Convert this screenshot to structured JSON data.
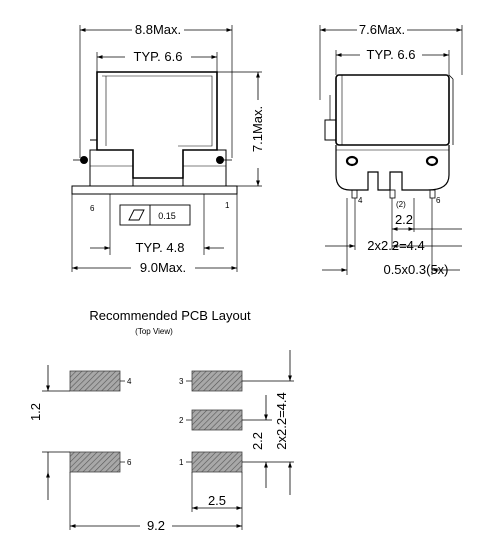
{
  "front_view": {
    "overall_width": "8.8Max.",
    "typ_width": "TYP. 6.6",
    "height": "7.1Max.",
    "flatness": "0.15",
    "pin_left": "6",
    "pin_right": "1",
    "typ_lead_span": "TYP. 4.8",
    "base_width": "9.0Max."
  },
  "side_view": {
    "overall_width": "7.6Max.",
    "typ_width": "TYP. 6.6",
    "pitch": "2.2",
    "span": "2x2.2=4.4",
    "lead_size": "0.5x0.3(5x)",
    "pin_a": "4",
    "pin_b": "(2)",
    "pin_c": "6"
  },
  "pcb_layout": {
    "title": "Recommended PCB Layout",
    "subtitle": "(Top View)",
    "pad_labels": [
      "4",
      "3",
      "2",
      "6",
      "1"
    ],
    "vertical_gap": "1.2",
    "pitch": "2.2",
    "span": "2x2.2=4.4",
    "pad_width": "2.5",
    "overall": "9.2"
  },
  "colors": {
    "line": "#000000",
    "pad_fill": "#8c8c8c"
  }
}
